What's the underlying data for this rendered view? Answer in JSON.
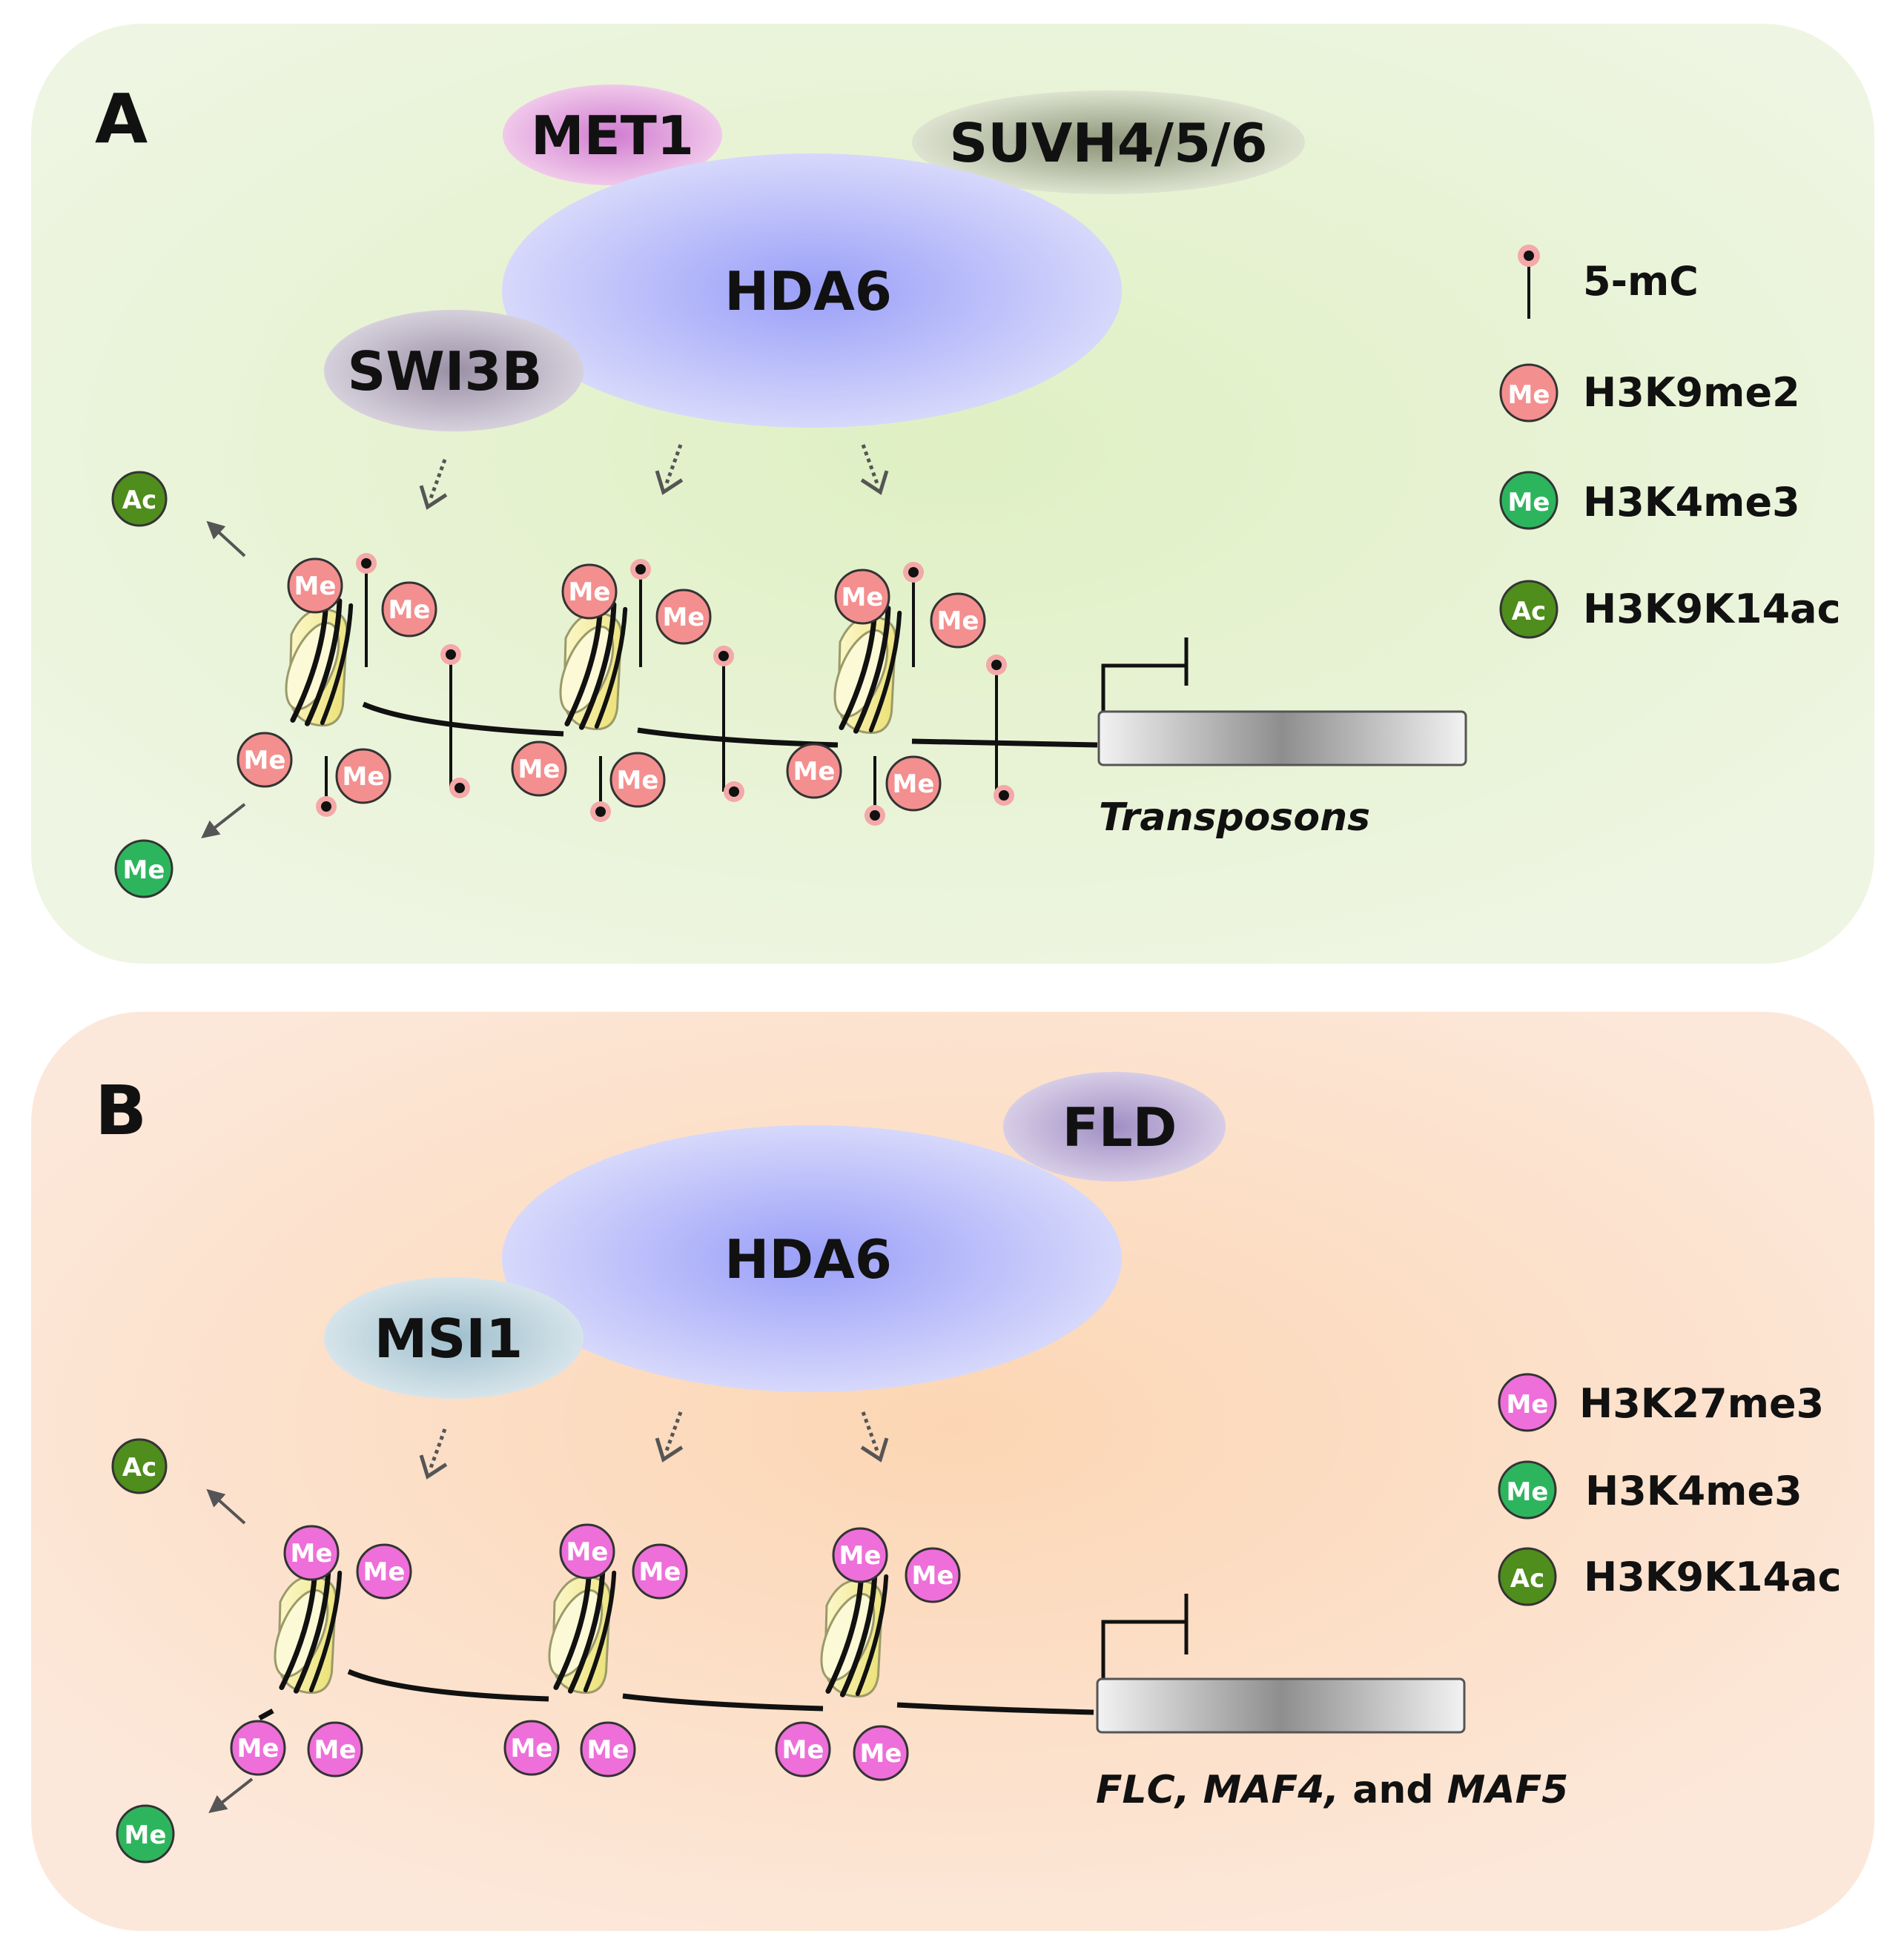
{
  "panel_a": {
    "label": "A",
    "proteins": {
      "met1": "MET1",
      "suvh": "SUVH4/5/6",
      "hda6": "HDA6",
      "swi3b": "SWI3B"
    },
    "gene_label": "Transposons",
    "mark_ac": "Ac",
    "mark_me": "Me",
    "legend": [
      {
        "symbol": "5-mC",
        "text": "5-mC"
      },
      {
        "symbol": "Me",
        "text": "H3K9me2"
      },
      {
        "symbol": "Me",
        "text": "H3K4me3"
      },
      {
        "symbol": "Ac",
        "text": "H3K9K14ac"
      }
    ]
  },
  "panel_b": {
    "label": "B",
    "proteins": {
      "fld": "FLD",
      "hda6": "HDA6",
      "msi1": "MSI1"
    },
    "gene_label": {
      "part1": "FLC, MAF4,",
      "part2": " and ",
      "part3": "MAF5"
    },
    "mark_ac": "Ac",
    "mark_me": "Me",
    "legend": [
      {
        "symbol": "Me",
        "text": "H3K27me3"
      },
      {
        "symbol": "Me",
        "text": "H3K4me3"
      },
      {
        "symbol": "Ac",
        "text": "H3K9K14ac"
      }
    ]
  },
  "colors": {
    "panel_a_bg": "#e6f0d2",
    "panel_b_bg": "#fbe0cb",
    "hda6": "#b5b8fb",
    "met1": "#e8aae0",
    "suvh": "#a8ae9a",
    "swi3b": "#b3aabb",
    "fld": "#b8a9d0",
    "msi1": "#b4ccd7",
    "h3k9me2": "#f48f8f",
    "h3k27me3": "#ee6fd9",
    "h3k4me3": "#2db55d",
    "ac": "#4f8d1c",
    "nucleosome": "#f7f2a3"
  }
}
